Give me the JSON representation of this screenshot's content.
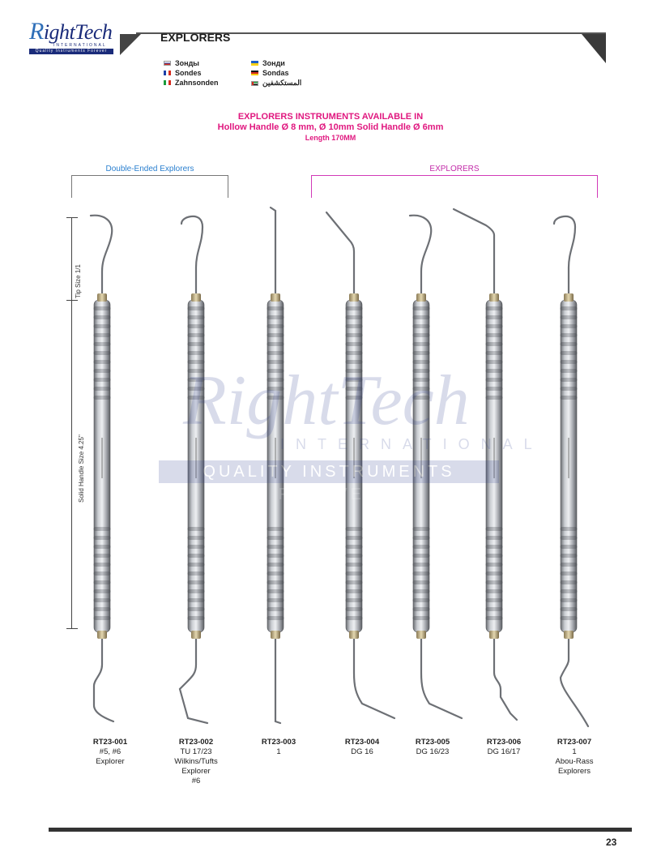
{
  "logo": {
    "name": "RightTech",
    "sub": "INTERNATIONAL",
    "tagline": "Quality Instruments Forever"
  },
  "header": {
    "title": "EXPLORERS"
  },
  "languages": [
    {
      "label": "Зонды",
      "flag_colors": [
        "#ffffff",
        "#1c3fa8",
        "#d52b1e"
      ]
    },
    {
      "label": "Sondes",
      "flag_colors": [
        "#1c3fa8",
        "#ffffff",
        "#d52b1e"
      ]
    },
    {
      "label": "Zahnsonden",
      "flag_colors": [
        "#1a9b3a",
        "#ffffff",
        "#d52b1e"
      ]
    },
    {
      "label": "Зонди",
      "flag_colors": [
        "#1c5fc8",
        "#f7d117"
      ]
    },
    {
      "label": "Sondas",
      "flag_colors": [
        "#111111",
        "#d52b1e",
        "#f7c900"
      ]
    },
    {
      "label": "المستكشفين",
      "flag_colors": [
        "#1a9b3a",
        "#ffffff",
        "#111111",
        "#d52b1e"
      ]
    }
  ],
  "availability": {
    "line1": "EXPLORERS INSTRUMENTS AVAILABLE IN",
    "line2": "Hollow Handle Ø 8 mm, Ø 10mm Solid Handle Ø 6mm",
    "line3": "Length 170MM"
  },
  "groups": {
    "double_ended": "Double-Ended Explorers",
    "explorers": "EXPLORERS"
  },
  "dimensions": {
    "tip": "Tip Size 1/1",
    "handle": "Solid Handle Size 4.25\""
  },
  "watermark": {
    "main": "RightTech",
    "sub": "INTERNATIONAL",
    "tagline": "QUALITY INSTRUMENTS FOREVER"
  },
  "items": [
    {
      "code": "RT23-001",
      "desc": "#5, #6\nExplorer",
      "top_tip": "hook",
      "bottom_tip": "bend"
    },
    {
      "code": "RT23-002",
      "desc": "TU 17/23\nWilkins/Tufts\nExplorer\n#6",
      "top_tip": "hook",
      "bottom_tip": "bend"
    },
    {
      "code": "RT23-003",
      "desc": "1",
      "top_tip": "straight",
      "bottom_tip": "straight"
    },
    {
      "code": "RT23-004",
      "desc": "DG 16",
      "top_tip": "angle",
      "bottom_tip": "long-angle"
    },
    {
      "code": "RT23-005",
      "desc": "DG 16/23",
      "top_tip": "hook",
      "bottom_tip": "long-angle"
    },
    {
      "code": "RT23-006",
      "desc": "DG 16/17",
      "top_tip": "angle",
      "bottom_tip": "bend"
    },
    {
      "code": "RT23-007",
      "desc": "1\nAbou-Rass\nExplorers",
      "top_tip": "hook",
      "bottom_tip": "long-angle"
    }
  ],
  "page_number": "23"
}
